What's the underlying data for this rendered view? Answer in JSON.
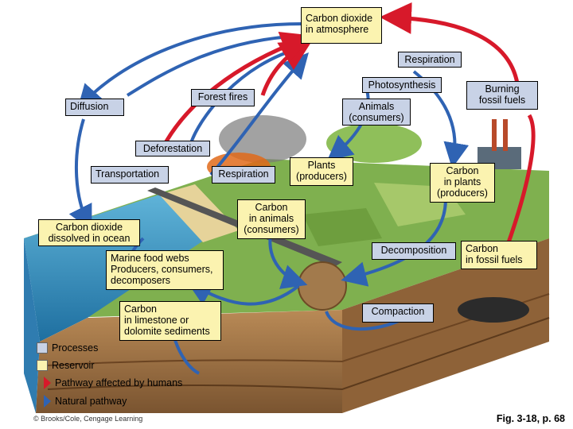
{
  "labels": {
    "co2_atmosphere": "Carbon dioxide\nin atmosphere",
    "respiration_top": "Respiration",
    "photosynthesis": "Photosynthesis",
    "burning_fossil_fuels": "Burning\nfossil fuels",
    "forest_fires": "Forest fires",
    "animals_consumers": "Animals\n(consumers)",
    "diffusion": "Diffusion",
    "deforestation": "Deforestation",
    "transportation": "Transportation",
    "respiration_mid": "Respiration",
    "plants_producers": "Plants\n(producers)",
    "carbon_in_plants": "Carbon\nin plants\n(producers)",
    "carbon_in_animals": "Carbon\nin animals\n(consumers)",
    "co2_dissolved": "Carbon dioxide\ndissolved in ocean",
    "marine_food_webs": "Marine food webs\nProducers, consumers,\ndecomposers",
    "decomposition": "Decomposition",
    "carbon_fossil_fuels": "Carbon\nin fossil fuels",
    "compaction": "Compaction",
    "carbon_limestone": "Carbon\nin limestone or\ndolomite sediments"
  },
  "legend": {
    "processes": "Processes",
    "reservoir": "Reservoir",
    "human_pathway": "Pathway affected by humans",
    "natural_pathway": "Natural pathway"
  },
  "colors": {
    "process_fill": "#c8d2e6",
    "reservoir_fill": "#fbf3b0",
    "human_arrow": "#d7192a",
    "natural_arrow": "#2f63b3"
  },
  "footer": {
    "copyright": "© Brooks/Cole, Cengage Learning",
    "figure": "Fig. 3-18, p. 68"
  }
}
